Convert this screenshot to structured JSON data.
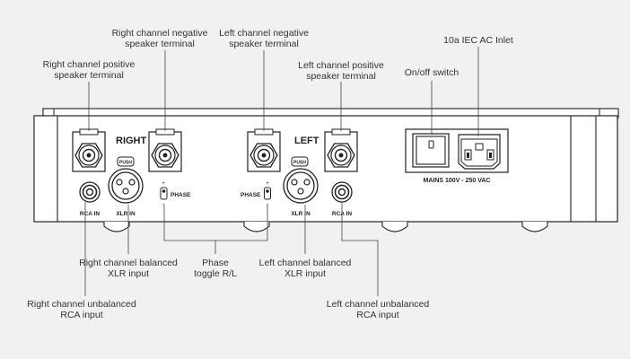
{
  "callouts": {
    "right_positive": [
      "Right channel positive",
      "speaker terminal"
    ],
    "right_negative": [
      "Right channel negative",
      "speaker terminal"
    ],
    "left_negative": [
      "Left channel negative",
      "speaker terminal"
    ],
    "left_positive": [
      "Left channel positive",
      "speaker terminal"
    ],
    "iec_inlet": [
      "10a IEC AC Inlet"
    ],
    "onoff": [
      "On/off switch"
    ],
    "right_xlr": [
      "Right channel balanced",
      "XLR input"
    ],
    "phase": [
      "Phase",
      "toggle R/L"
    ],
    "left_xlr": [
      "Left channel balanced",
      "XLR input"
    ],
    "right_rca": [
      "Right channel unbalanced",
      "RCA input"
    ],
    "left_rca": [
      "Left channel unbalanced",
      "RCA input"
    ]
  },
  "panel": {
    "right_label": "RIGHT",
    "left_label": "LEFT",
    "rca_in": "RCA IN",
    "xlr_in": "XLR IN",
    "phase": "PHASE",
    "push": "PUSH",
    "mains": "MAINS 100V - 250 VAC"
  }
}
